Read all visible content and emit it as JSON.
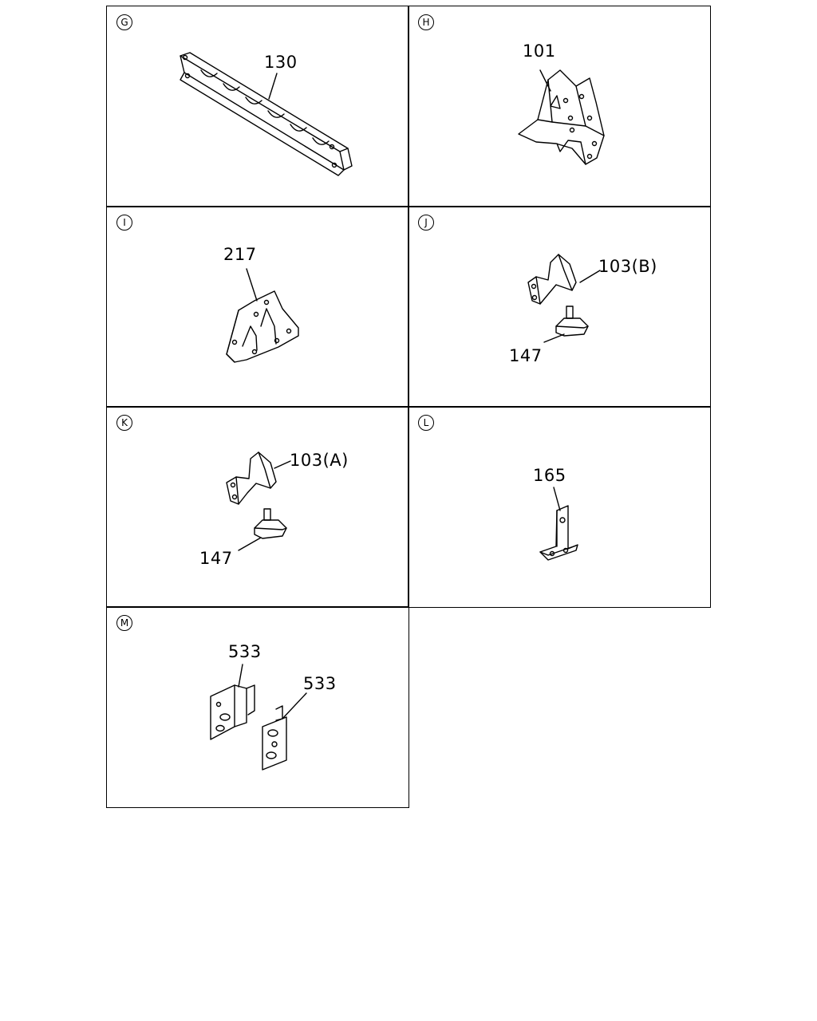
{
  "panels": [
    {
      "id": "G",
      "labels": [
        "130"
      ]
    },
    {
      "id": "H",
      "labels": [
        "101"
      ]
    },
    {
      "id": "I",
      "labels": [
        "217"
      ]
    },
    {
      "id": "J",
      "labels": [
        "103(B)",
        "147"
      ]
    },
    {
      "id": "K",
      "labels": [
        "103(A)",
        "147"
      ]
    },
    {
      "id": "L",
      "labels": [
        "165"
      ]
    },
    {
      "id": "M",
      "labels": [
        "533",
        "533"
      ]
    }
  ]
}
